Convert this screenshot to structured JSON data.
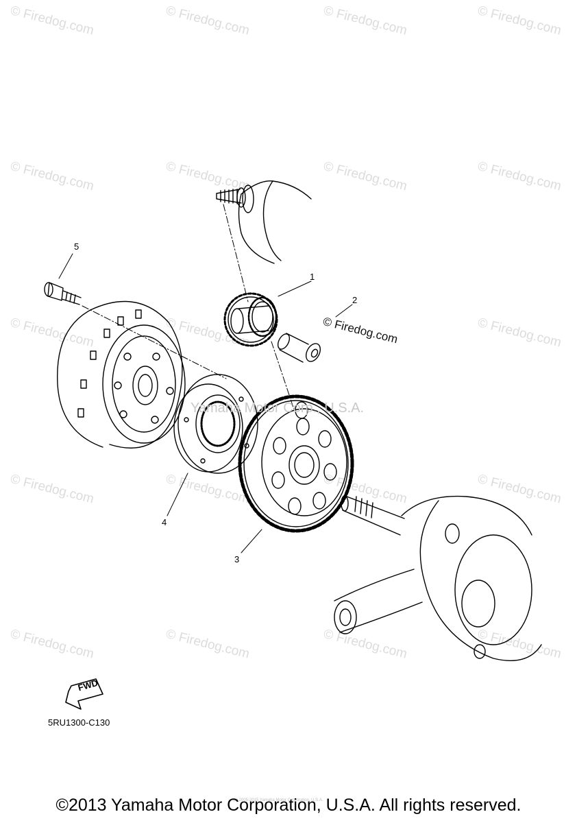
{
  "watermark": {
    "text": "© Firedog.com",
    "color": "#dcdcdc"
  },
  "inline_watermark": "© Firedog.com",
  "center_watermark": "Yamaha Motor Corp., U.S.A.",
  "callouts": {
    "c1": "1",
    "c2": "2",
    "c3": "3",
    "c4": "4",
    "c5": "5"
  },
  "fwd_label": "FWD",
  "part_code": "5RU1300-C130",
  "copyright": "©2013 Yamaha Motor Corporation, U.S.A. All rights reserved.",
  "tiny_note": "(c) 2005-2015 Yamaha Motor Corporation, U.S.A."
}
